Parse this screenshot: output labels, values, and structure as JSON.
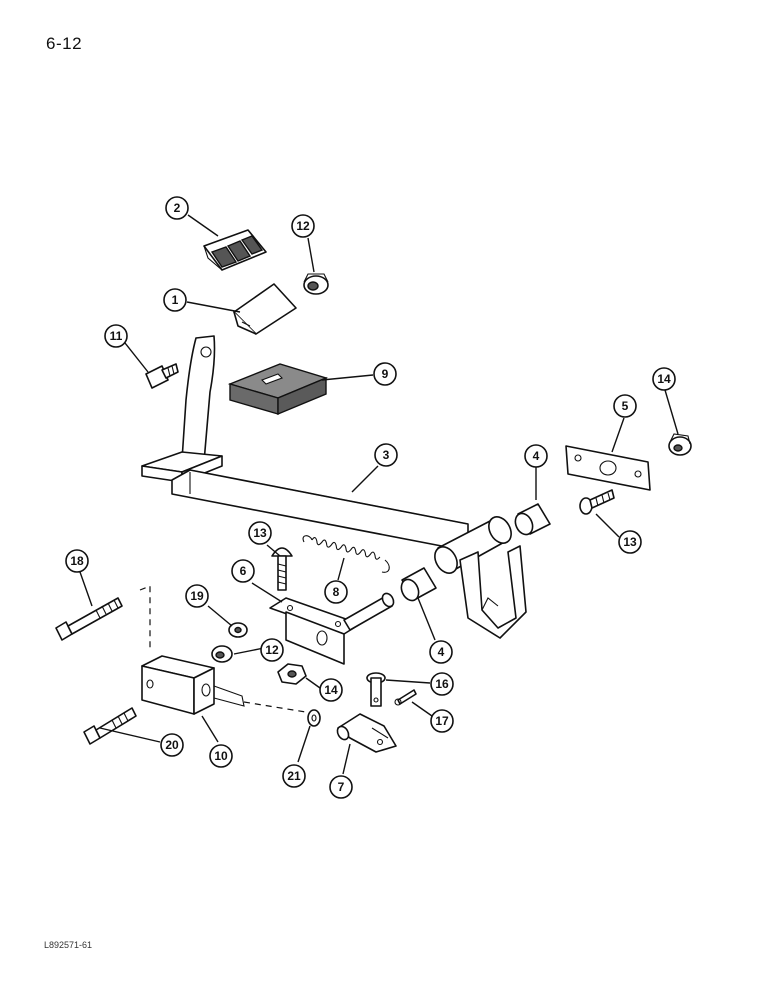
{
  "page": {
    "number": "6-12",
    "figure_code": "L892571-61"
  },
  "callouts": [
    {
      "id": "c2",
      "label": "2"
    },
    {
      "id": "c12a",
      "label": "12"
    },
    {
      "id": "c1",
      "label": "1"
    },
    {
      "id": "c11",
      "label": "11"
    },
    {
      "id": "c9",
      "label": "9"
    },
    {
      "id": "c14a",
      "label": "14"
    },
    {
      "id": "c5",
      "label": "5"
    },
    {
      "id": "c3",
      "label": "3"
    },
    {
      "id": "c4a",
      "label": "4"
    },
    {
      "id": "c13a",
      "label": "13"
    },
    {
      "id": "c13b",
      "label": "13"
    },
    {
      "id": "c18",
      "label": "18"
    },
    {
      "id": "c6",
      "label": "6"
    },
    {
      "id": "c8",
      "label": "8"
    },
    {
      "id": "c19",
      "label": "19"
    },
    {
      "id": "c4b",
      "label": "4"
    },
    {
      "id": "c12b",
      "label": "12"
    },
    {
      "id": "c14b",
      "label": "14"
    },
    {
      "id": "c16",
      "label": "16"
    },
    {
      "id": "c17",
      "label": "17"
    },
    {
      "id": "c20",
      "label": "20"
    },
    {
      "id": "c10",
      "label": "10"
    },
    {
      "id": "c21",
      "label": "21"
    },
    {
      "id": "c7",
      "label": "7"
    }
  ]
}
